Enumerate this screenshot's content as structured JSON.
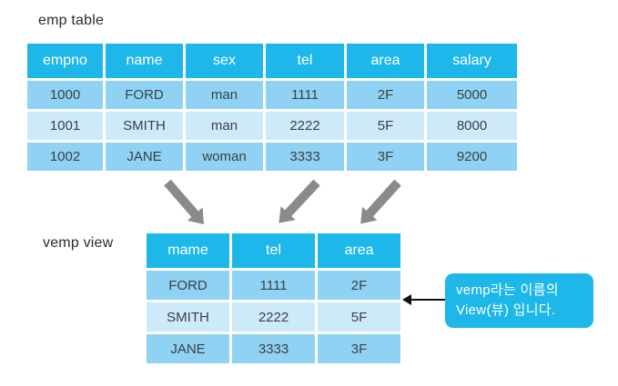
{
  "emp": {
    "title": "emp table",
    "headers": [
      "empno",
      "name",
      "sex",
      "tel",
      "area",
      "salary"
    ],
    "rows": [
      [
        "1000",
        "FORD",
        "man",
        "1111",
        "2F",
        "5000"
      ],
      [
        "1001",
        "SMITH",
        "man",
        "2222",
        "5F",
        "8000"
      ],
      [
        "1002",
        "JANE",
        "woman",
        "3333",
        "3F",
        "9200"
      ]
    ]
  },
  "vemp": {
    "title": "vemp view",
    "headers": [
      "mame",
      "tel",
      "area"
    ],
    "rows": [
      [
        "FORD",
        "1111",
        "2F"
      ],
      [
        "SMITH",
        "2222",
        "5F"
      ],
      [
        "JANE",
        "3333",
        "3F"
      ]
    ]
  },
  "callout": {
    "line1": "vemp라는 이름의",
    "line2": "View(뷰) 입니다."
  },
  "colors": {
    "header_blue": "#1eb7ea",
    "row_blue_medium": "#8fd2f3",
    "row_blue_light": "#cdeafb",
    "flow_arrow_gray": "#8a8a8a",
    "callout_blue": "#1eb7ea",
    "pointer_black": "#111111"
  }
}
